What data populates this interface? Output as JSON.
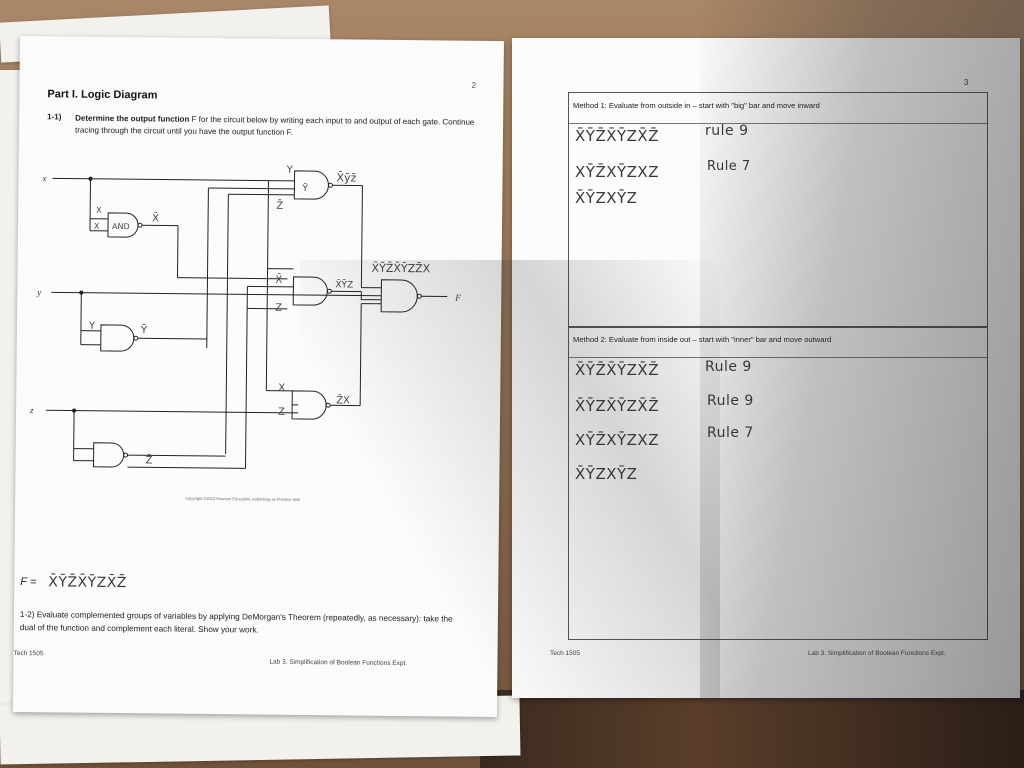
{
  "left_page": {
    "page_number": "2",
    "title": "Part I. Logic Diagram",
    "question1_number": "1-1)",
    "question1_bold": "Determine the output function",
    "question1_rest": " F for the circuit below by writing each input to and output of each gate. Continue tracing through the circuit until you have the output function F.",
    "circuit_labels": {
      "input_x": "x",
      "input_y": "y",
      "input_z": "z",
      "output": "F",
      "and_gate_note": "AND",
      "hand_x_top": "X",
      "hand_x_bot": "X",
      "hand_xbar": "X̄",
      "hand_y_in": "Y",
      "hand_ybar_top": "Ȳ",
      "hand_ybar_mid": "Ȳ",
      "hand_zbar_top": "Z̄",
      "hand_out1": "X̄ȳz̄",
      "hand_xbar_mid": "X̄",
      "hand_z_mid": "Z",
      "hand_out2": "X̄ȲZ",
      "hand_final": "X̄ȲZ̄X̄ȲZZ̄X",
      "hand_y2": "Y",
      "hand_ybar2": "Ȳ",
      "hand_x3": "X",
      "hand_z3": "Z",
      "hand_out3": "Z̄X",
      "hand_zbar_bottom": "Z̄"
    },
    "copyright": "Copyright ©2013 Pearson Education, publishing as Prentice Hall",
    "f_label": "F =",
    "f_answer": "X̄ȲZ̄X̄ȲZX̄Z̄",
    "question2": "1-2)  Evaluate complemented groups of variables by applying DeMorgan's Theorem (repeatedly, as necessary): take the dual of the function and complement each literal. Show your work.",
    "footer_left": "Tech 1505",
    "footer_mid": "Lab 3. Simplification of Boolean Functions Expt."
  },
  "right_page": {
    "page_number": "3",
    "method1_header": "Method 1: Evaluate from outside in – start with \"big\" bar and move inward",
    "method1_lines": [
      "X̄ȲZ̄X̄ȲZX̄Z̄",
      "XȲZ̄XȲZXZ",
      "X̄ȲZXȲZ"
    ],
    "method1_rules": [
      "rule 9",
      "Rule 7"
    ],
    "method2_header": "Method 2: Evaluate from inside out – start with \"inner\" bar and move outward",
    "method2_lines": [
      "X̄ȲZ̄X̄ȲZX̄Z̄",
      "X̄ȲZX̄ȲZX̄Z̄",
      "XȲZ̄XȲZXZ",
      "X̄ȲZXȲZ"
    ],
    "method2_rules": [
      "Rule 9",
      "Rule 9",
      "Rule 7"
    ],
    "footer_left": "Tech 1505",
    "footer_right": "Lab 3. Simplification of Boolean Functions Expt."
  },
  "colors": {
    "paper": "#fbfbfa",
    "ink_pencil": "#3a3a3a",
    "table_wood": "#8e6c50"
  }
}
